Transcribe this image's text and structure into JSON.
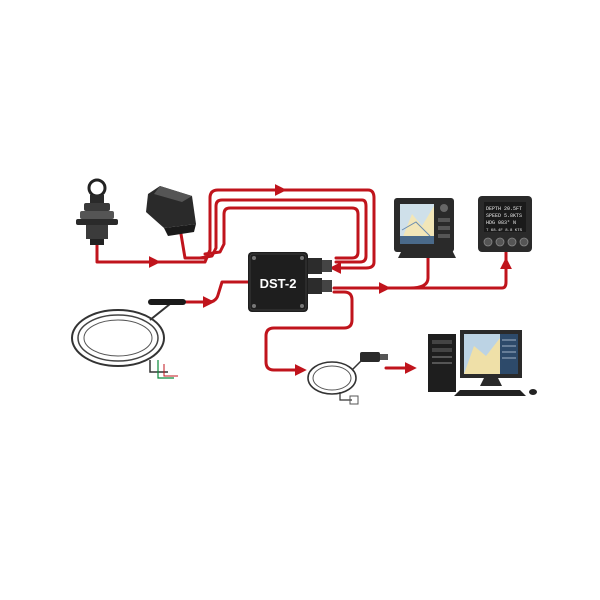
{
  "hub": {
    "label": "DST-2"
  },
  "instrument": {
    "lines": [
      "DEPTH 20.5FT",
      "SPEED 5.8KTS",
      "HDG 083° N",
      "T 68.4F  8.8 KTS"
    ]
  },
  "colors": {
    "cable": "#c0141c",
    "device": "#1c1c1c",
    "background": "#ffffff"
  }
}
